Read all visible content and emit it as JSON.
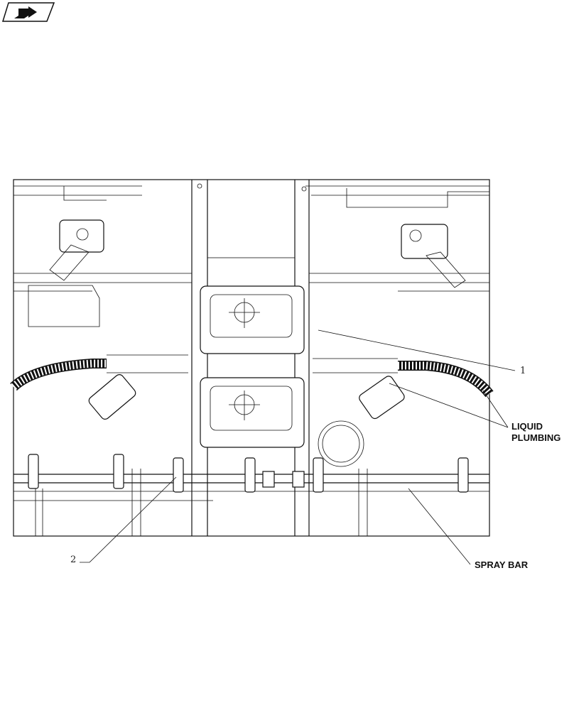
{
  "nav_icon": "navigation-arrow-icon",
  "callouts": {
    "one": "1",
    "two": "2",
    "liquid_plumbing_line1": "LIQUID",
    "liquid_plumbing_line2": "PLUMBING",
    "spray_bar": "SPRAY BAR"
  }
}
